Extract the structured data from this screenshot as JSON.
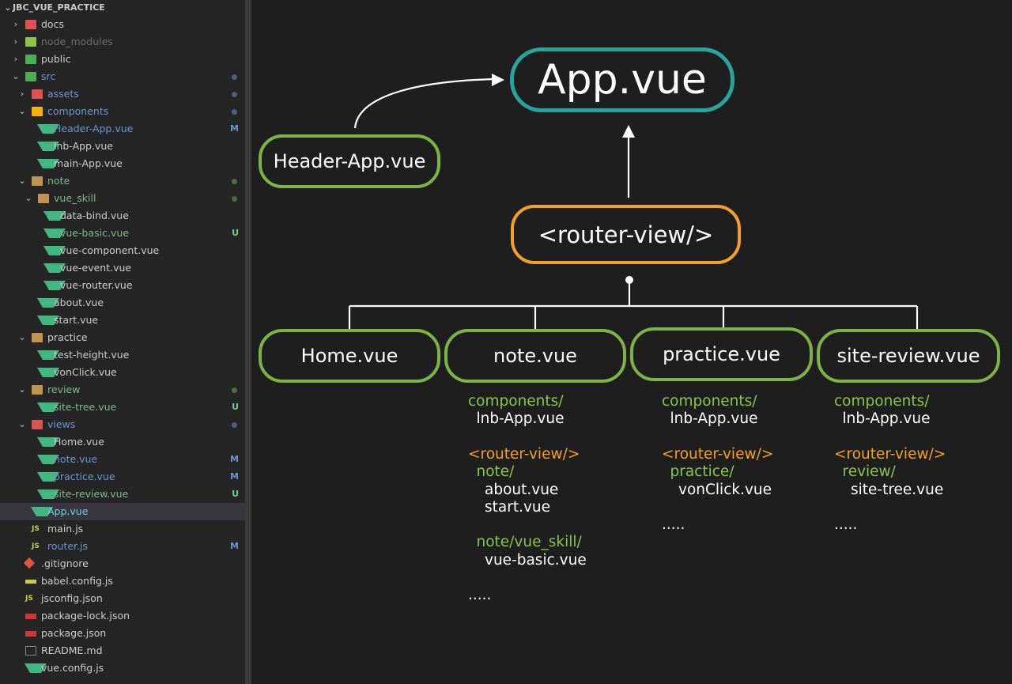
{
  "explorer": {
    "title": "JBC_VUE_PRACTICE",
    "items": [
      {
        "label": "docs",
        "kind": "folder",
        "depth": 0,
        "chevron": "right",
        "icon_color": "#e05252",
        "status": ""
      },
      {
        "label": "node_modules",
        "kind": "folder",
        "depth": 0,
        "chevron": "right",
        "icon_color": "#8bc34a",
        "status": "",
        "dim": true
      },
      {
        "label": "public",
        "kind": "folder",
        "depth": 0,
        "chevron": "right",
        "icon_color": "#4caf50",
        "status": ""
      },
      {
        "label": "src",
        "kind": "folder",
        "depth": 0,
        "chevron": "down",
        "icon_color": "#4caf50",
        "status": "dot-mod",
        "color": "mod"
      },
      {
        "label": "assets",
        "kind": "folder",
        "depth": 1,
        "chevron": "right",
        "icon_color": "#e05252",
        "status": "dot-mod",
        "color": "mod"
      },
      {
        "label": "components",
        "kind": "folder",
        "depth": 1,
        "chevron": "down",
        "icon_color": "#f4b400",
        "status": "dot-mod",
        "color": "mod"
      },
      {
        "label": "Header-App.vue",
        "kind": "vue",
        "depth": 2,
        "status": "M",
        "color": "mod"
      },
      {
        "label": "lnb-App.vue",
        "kind": "vue",
        "depth": 2,
        "status": ""
      },
      {
        "label": "main-App.vue",
        "kind": "vue",
        "depth": 2,
        "status": ""
      },
      {
        "label": "note",
        "kind": "folder",
        "depth": 1,
        "chevron": "down",
        "icon_color": "#c09553",
        "status": "dot-new",
        "color": "new"
      },
      {
        "label": "vue_skill",
        "kind": "folder",
        "depth": 2,
        "chevron": "down",
        "icon_color": "#c09553",
        "status": "dot-new",
        "color": "new"
      },
      {
        "label": "data-bind.vue",
        "kind": "vue",
        "depth": 3,
        "status": ""
      },
      {
        "label": "vue-basic.vue",
        "kind": "vue",
        "depth": 3,
        "status": "U",
        "color": "new"
      },
      {
        "label": "vue-component.vue",
        "kind": "vue",
        "depth": 3,
        "status": ""
      },
      {
        "label": "vue-event.vue",
        "kind": "vue",
        "depth": 3,
        "status": ""
      },
      {
        "label": "vue-router.vue",
        "kind": "vue",
        "depth": 3,
        "status": ""
      },
      {
        "label": "about.vue",
        "kind": "vue",
        "depth": 2,
        "status": ""
      },
      {
        "label": "start.vue",
        "kind": "vue",
        "depth": 2,
        "status": ""
      },
      {
        "label": "practice",
        "kind": "folder",
        "depth": 1,
        "chevron": "down",
        "icon_color": "#c09553",
        "status": ""
      },
      {
        "label": "test-height.vue",
        "kind": "vue",
        "depth": 2,
        "status": ""
      },
      {
        "label": "vonClick.vue",
        "kind": "vue",
        "depth": 2,
        "status": ""
      },
      {
        "label": "review",
        "kind": "folder",
        "depth": 1,
        "chevron": "down",
        "icon_color": "#c09553",
        "status": "dot-new",
        "color": "new"
      },
      {
        "label": "site-tree.vue",
        "kind": "vue",
        "depth": 2,
        "status": "U",
        "color": "new"
      },
      {
        "label": "views",
        "kind": "folder",
        "depth": 1,
        "chevron": "down",
        "icon_color": "#e05252",
        "status": "dot-mod",
        "color": "mod"
      },
      {
        "label": "Home.vue",
        "kind": "vue",
        "depth": 2,
        "status": ""
      },
      {
        "label": "note.vue",
        "kind": "vue",
        "depth": 2,
        "status": "M",
        "color": "mod"
      },
      {
        "label": "practice.vue",
        "kind": "vue",
        "depth": 2,
        "status": "M",
        "color": "mod"
      },
      {
        "label": "site-review.vue",
        "kind": "vue",
        "depth": 2,
        "status": "U",
        "color": "new"
      },
      {
        "label": "App.vue",
        "kind": "vue",
        "depth": 1,
        "status": "",
        "color": "sel",
        "selected": true
      },
      {
        "label": "main.js",
        "kind": "js",
        "depth": 1,
        "status": ""
      },
      {
        "label": "router.js",
        "kind": "js",
        "depth": 1,
        "status": "M",
        "color": "mod"
      },
      {
        "label": ".gitignore",
        "kind": "git",
        "depth": 0,
        "status": ""
      },
      {
        "label": "babel.config.js",
        "kind": "babel",
        "depth": 0,
        "status": ""
      },
      {
        "label": "jsconfig.json",
        "kind": "js",
        "depth": 0,
        "status": ""
      },
      {
        "label": "package-lock.json",
        "kind": "npm",
        "depth": 0,
        "status": ""
      },
      {
        "label": "package.json",
        "kind": "npm",
        "depth": 0,
        "status": ""
      },
      {
        "label": "README.md",
        "kind": "md",
        "depth": 0,
        "status": ""
      },
      {
        "label": "vue.config.js",
        "kind": "vue",
        "depth": 0,
        "status": ""
      }
    ]
  },
  "diagram": {
    "app": "App.vue",
    "header": "Header-App.vue",
    "router_view": "<router-view/>",
    "views": [
      "Home.vue",
      "note.vue",
      "practice.vue",
      "site-review.vue"
    ],
    "annotations": {
      "note": [
        {
          "text": "components/",
          "color": "green",
          "indent": 0
        },
        {
          "text": "lnb-App.vue",
          "color": "white",
          "indent": 1
        },
        {
          "text": "",
          "color": "white",
          "indent": 0
        },
        {
          "text": "<router-view/>",
          "color": "orange",
          "indent": 0
        },
        {
          "text": "note/",
          "color": "green",
          "indent": 1
        },
        {
          "text": "about.vue",
          "color": "white",
          "indent": 2
        },
        {
          "text": "start.vue",
          "color": "white",
          "indent": 2
        },
        {
          "text": "",
          "color": "white",
          "indent": 0
        },
        {
          "text": "note/vue_skill/",
          "color": "green",
          "indent": 1
        },
        {
          "text": "vue-basic.vue",
          "color": "white",
          "indent": 2
        },
        {
          "text": "",
          "color": "white",
          "indent": 0
        },
        {
          "text": ".....",
          "color": "white",
          "indent": 0
        }
      ],
      "practice": [
        {
          "text": "components/",
          "color": "green",
          "indent": 0
        },
        {
          "text": "lnb-App.vue",
          "color": "white",
          "indent": 1
        },
        {
          "text": "",
          "color": "white",
          "indent": 0
        },
        {
          "text": "<router-view/>",
          "color": "orange",
          "indent": 0
        },
        {
          "text": "practice/",
          "color": "green",
          "indent": 1
        },
        {
          "text": "vonClick.vue",
          "color": "white",
          "indent": 2
        },
        {
          "text": "",
          "color": "white",
          "indent": 0
        },
        {
          "text": ".....",
          "color": "white",
          "indent": 0
        }
      ],
      "site_review": [
        {
          "text": "components/",
          "color": "green",
          "indent": 0
        },
        {
          "text": "lnb-App.vue",
          "color": "white",
          "indent": 1
        },
        {
          "text": "",
          "color": "white",
          "indent": 0
        },
        {
          "text": "<router-view/>",
          "color": "orange",
          "indent": 0
        },
        {
          "text": "review/",
          "color": "green",
          "indent": 1
        },
        {
          "text": "site-tree.vue",
          "color": "white",
          "indent": 2
        },
        {
          "text": "",
          "color": "white",
          "indent": 0
        },
        {
          "text": ".....",
          "color": "white",
          "indent": 0
        }
      ]
    },
    "colors": {
      "green": "#7cb342",
      "teal": "#26a69a",
      "orange": "#f4a025"
    }
  }
}
